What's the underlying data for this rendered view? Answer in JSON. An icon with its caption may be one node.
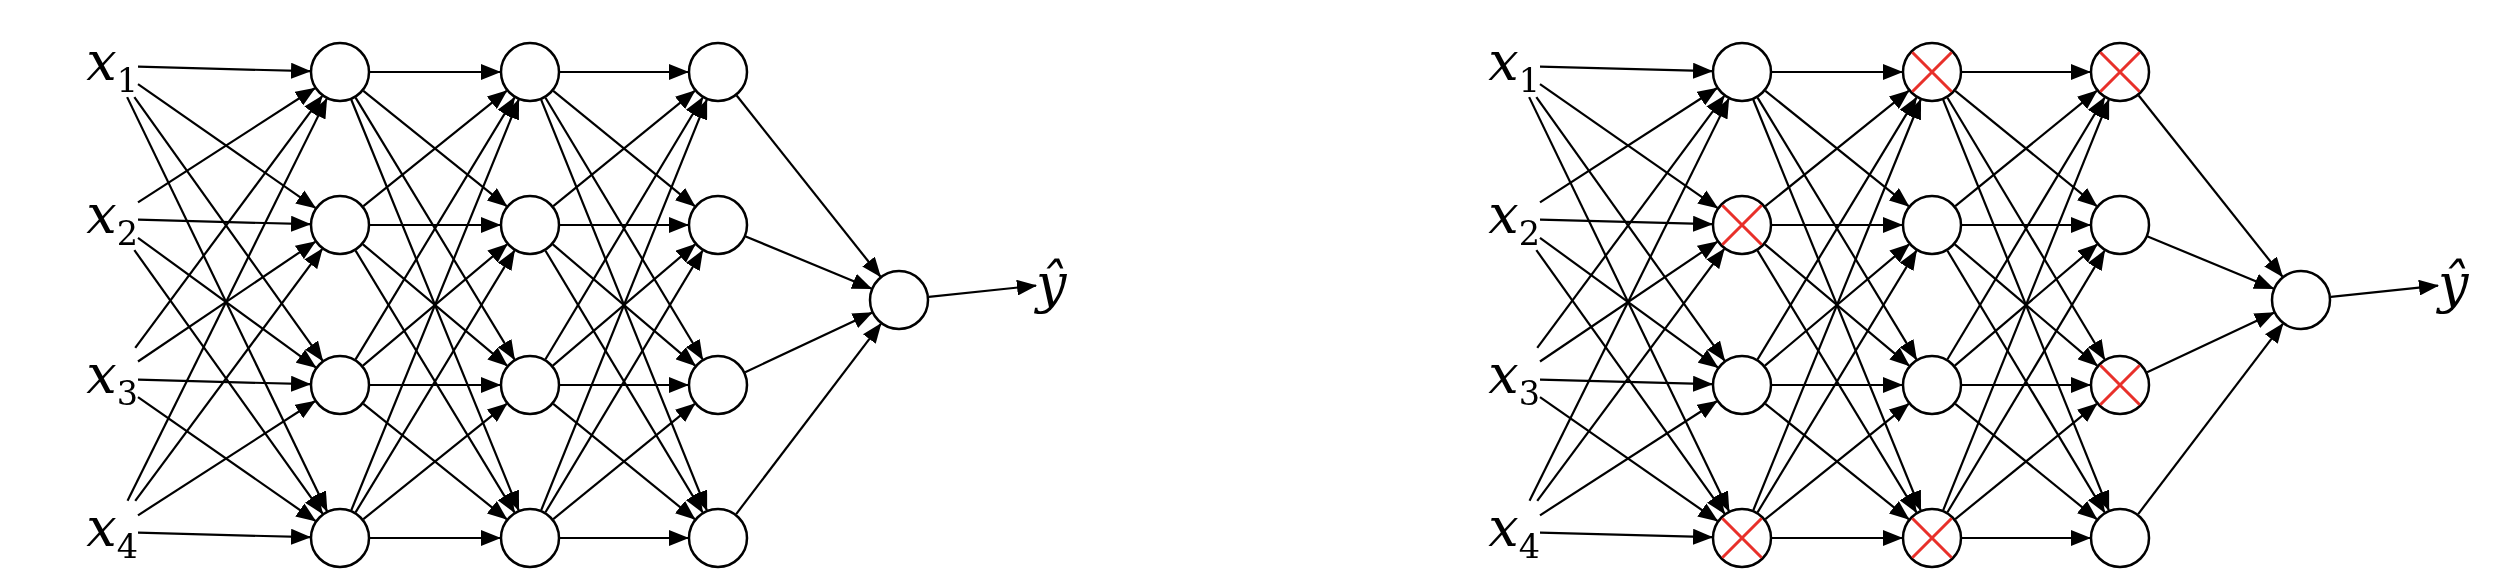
{
  "diagram": {
    "nodes": [
      {
        "text": [
          "x$_{1}$"
        ]
      },
      {
        "text": [
          "x$_{2}$"
        ]
      },
      {
        "text": [
          "x$_{3}$"
        ]
      },
      {
        "text": [
          "x$_{4}$"
        ]
      },
      {
        "text": [],
        "shape": "circle"
      },
      {
        "text": [],
        "shape": "circle"
      },
      {
        "text": [],
        "shape": "circle"
      },
      {
        "text": [],
        "shape": "circle"
      },
      {
        "text": [],
        "shape": "circle"
      },
      {
        "text": [],
        "shape": "circle"
      },
      {
        "text": [],
        "shape": "circle"
      },
      {
        "text": [],
        "shape": "circle"
      },
      {
        "text": [],
        "shape": "circle"
      },
      {
        "text": [],
        "shape": "circle"
      },
      {
        "text": [],
        "shape": "circle"
      },
      {
        "text": [],
        "shape": "circle"
      },
      {
        "text": [],
        "shape": "circle"
      },
      {
        "text": [
          "ŷ"
        ]
      },
      {
        "text": [
          "x$_{1}$"
        ]
      },
      {
        "text": [
          "x$_{2}$"
        ]
      },
      {
        "text": [
          "x$_{3}$"
        ]
      },
      {
        "text": [
          "x$_{4}$"
        ]
      },
      {
        "text": [],
        "shape": "circle"
      },
      {
        "text": [],
        "shape": "crossed-circle"
      },
      {
        "text": [],
        "shape": "circle"
      },
      {
        "text": [],
        "shape": "crossed-circle"
      },
      {
        "text": [],
        "shape": "crossed-circle"
      },
      {
        "text": [],
        "shape": "circle"
      },
      {
        "text": [],
        "shape": "circle"
      },
      {
        "text": [],
        "shape": "crossed-circle"
      },
      {
        "text": [],
        "shape": "crossed-circle"
      },
      {
        "text": [],
        "shape": "circle"
      },
      {
        "text": [],
        "shape": "crossed-circle"
      },
      {
        "text": [],
        "shape": "circle"
      },
      {
        "text": [],
        "shape": "circle"
      },
      {
        "text": [
          "ŷ"
        ]
      }
    ],
    "edges": [
      {
        "from": 0,
        "to": 4,
        "arrow": "to"
      },
      {
        "from": 0,
        "to": 5,
        "arrow": "to"
      },
      {
        "from": 0,
        "to": 6,
        "arrow": "to"
      },
      {
        "from": 0,
        "to": 7,
        "arrow": "to"
      },
      {
        "from": 1,
        "to": 4,
        "arrow": "to"
      },
      {
        "from": 1,
        "to": 5,
        "arrow": "to"
      },
      {
        "from": 1,
        "to": 6,
        "arrow": "to"
      },
      {
        "from": 1,
        "to": 7,
        "arrow": "to"
      },
      {
        "from": 2,
        "to": 4,
        "arrow": "to"
      },
      {
        "from": 2,
        "to": 5,
        "arrow": "to"
      },
      {
        "from": 2,
        "to": 6,
        "arrow": "to"
      },
      {
        "from": 2,
        "to": 7,
        "arrow": "to"
      },
      {
        "from": 3,
        "to": 4,
        "arrow": "to"
      },
      {
        "from": 3,
        "to": 5,
        "arrow": "to"
      },
      {
        "from": 3,
        "to": 6,
        "arrow": "to"
      },
      {
        "from": 3,
        "to": 7,
        "arrow": "to"
      },
      {
        "from": 4,
        "to": 8,
        "arrow": "to"
      },
      {
        "from": 4,
        "to": 9,
        "arrow": "to"
      },
      {
        "from": 4,
        "to": 10,
        "arrow": "to"
      },
      {
        "from": 4,
        "to": 11,
        "arrow": "to"
      },
      {
        "from": 5,
        "to": 8,
        "arrow": "to"
      },
      {
        "from": 5,
        "to": 9,
        "arrow": "to"
      },
      {
        "from": 5,
        "to": 10,
        "arrow": "to"
      },
      {
        "from": 5,
        "to": 11,
        "arrow": "to"
      },
      {
        "from": 6,
        "to": 8,
        "arrow": "to"
      },
      {
        "from": 6,
        "to": 9,
        "arrow": "to"
      },
      {
        "from": 6,
        "to": 10,
        "arrow": "to"
      },
      {
        "from": 6,
        "to": 11,
        "arrow": "to"
      },
      {
        "from": 7,
        "to": 8,
        "arrow": "to"
      },
      {
        "from": 7,
        "to": 9,
        "arrow": "to"
      },
      {
        "from": 7,
        "to": 10,
        "arrow": "to"
      },
      {
        "from": 7,
        "to": 11,
        "arrow": "to"
      },
      {
        "from": 8,
        "to": 12,
        "arrow": "to"
      },
      {
        "from": 8,
        "to": 13,
        "arrow": "to"
      },
      {
        "from": 8,
        "to": 14,
        "arrow": "to"
      },
      {
        "from": 8,
        "to": 15,
        "arrow": "to"
      },
      {
        "from": 9,
        "to": 12,
        "arrow": "to"
      },
      {
        "from": 9,
        "to": 13,
        "arrow": "to"
      },
      {
        "from": 9,
        "to": 14,
        "arrow": "to"
      },
      {
        "from": 9,
        "to": 15,
        "arrow": "to"
      },
      {
        "from": 10,
        "to": 12,
        "arrow": "to"
      },
      {
        "from": 10,
        "to": 13,
        "arrow": "to"
      },
      {
        "from": 10,
        "to": 14,
        "arrow": "to"
      },
      {
        "from": 10,
        "to": 15,
        "arrow": "to"
      },
      {
        "from": 11,
        "to": 12,
        "arrow": "to"
      },
      {
        "from": 11,
        "to": 13,
        "arrow": "to"
      },
      {
        "from": 11,
        "to": 14,
        "arrow": "to"
      },
      {
        "from": 11,
        "to": 15,
        "arrow": "to"
      },
      {
        "from": 12,
        "to": 16,
        "arrow": "to"
      },
      {
        "from": 13,
        "to": 16,
        "arrow": "to"
      },
      {
        "from": 14,
        "to": 16,
        "arrow": "to"
      },
      {
        "from": 15,
        "to": 16,
        "arrow": "to"
      },
      {
        "from": 16,
        "to": 17,
        "arrow": "to"
      },
      {
        "from": 18,
        "to": 22,
        "arrow": "to"
      },
      {
        "from": 18,
        "to": 23,
        "arrow": "to"
      },
      {
        "from": 18,
        "to": 24,
        "arrow": "to"
      },
      {
        "from": 18,
        "to": 25,
        "arrow": "to"
      },
      {
        "from": 19,
        "to": 22,
        "arrow": "to"
      },
      {
        "from": 19,
        "to": 23,
        "arrow": "to"
      },
      {
        "from": 19,
        "to": 24,
        "arrow": "to"
      },
      {
        "from": 19,
        "to": 25,
        "arrow": "to"
      },
      {
        "from": 20,
        "to": 22,
        "arrow": "to"
      },
      {
        "from": 20,
        "to": 23,
        "arrow": "to"
      },
      {
        "from": 20,
        "to": 24,
        "arrow": "to"
      },
      {
        "from": 20,
        "to": 25,
        "arrow": "to"
      },
      {
        "from": 21,
        "to": 22,
        "arrow": "to"
      },
      {
        "from": 21,
        "to": 23,
        "arrow": "to"
      },
      {
        "from": 21,
        "to": 24,
        "arrow": "to"
      },
      {
        "from": 21,
        "to": 25,
        "arrow": "to"
      },
      {
        "from": 22,
        "to": 26,
        "arrow": "to"
      },
      {
        "from": 22,
        "to": 27,
        "arrow": "to"
      },
      {
        "from": 22,
        "to": 28,
        "arrow": "to"
      },
      {
        "from": 22,
        "to": 29,
        "arrow": "to"
      },
      {
        "from": 23,
        "to": 26,
        "arrow": "to"
      },
      {
        "from": 23,
        "to": 27,
        "arrow": "to"
      },
      {
        "from": 23,
        "to": 28,
        "arrow": "to"
      },
      {
        "from": 23,
        "to": 29,
        "arrow": "to"
      },
      {
        "from": 24,
        "to": 26,
        "arrow": "to"
      },
      {
        "from": 24,
        "to": 27,
        "arrow": "to"
      },
      {
        "from": 24,
        "to": 28,
        "arrow": "to"
      },
      {
        "from": 24,
        "to": 29,
        "arrow": "to"
      },
      {
        "from": 25,
        "to": 26,
        "arrow": "to"
      },
      {
        "from": 25,
        "to": 27,
        "arrow": "to"
      },
      {
        "from": 25,
        "to": 28,
        "arrow": "to"
      },
      {
        "from": 25,
        "to": 29,
        "arrow": "to"
      },
      {
        "from": 26,
        "to": 30,
        "arrow": "to"
      },
      {
        "from": 26,
        "to": 31,
        "arrow": "to"
      },
      {
        "from": 26,
        "to": 32,
        "arrow": "to"
      },
      {
        "from": 26,
        "to": 33,
        "arrow": "to"
      },
      {
        "from": 27,
        "to": 30,
        "arrow": "to"
      },
      {
        "from": 27,
        "to": 31,
        "arrow": "to"
      },
      {
        "from": 27,
        "to": 32,
        "arrow": "to"
      },
      {
        "from": 27,
        "to": 33,
        "arrow": "to"
      },
      {
        "from": 28,
        "to": 30,
        "arrow": "to"
      },
      {
        "from": 28,
        "to": 31,
        "arrow": "to"
      },
      {
        "from": 28,
        "to": 32,
        "arrow": "to"
      },
      {
        "from": 28,
        "to": 33,
        "arrow": "to"
      },
      {
        "from": 29,
        "to": 30,
        "arrow": "to"
      },
      {
        "from": 29,
        "to": 31,
        "arrow": "to"
      },
      {
        "from": 29,
        "to": 32,
        "arrow": "to"
      },
      {
        "from": 29,
        "to": 33,
        "arrow": "to"
      },
      {
        "from": 30,
        "to": 34,
        "arrow": "to"
      },
      {
        "from": 31,
        "to": 34,
        "arrow": "to"
      },
      {
        "from": 32,
        "to": 34,
        "arrow": "to"
      },
      {
        "from": 33,
        "to": 34,
        "arrow": "to"
      },
      {
        "from": 34,
        "to": 35,
        "arrow": "to"
      }
    ]
  }
}
